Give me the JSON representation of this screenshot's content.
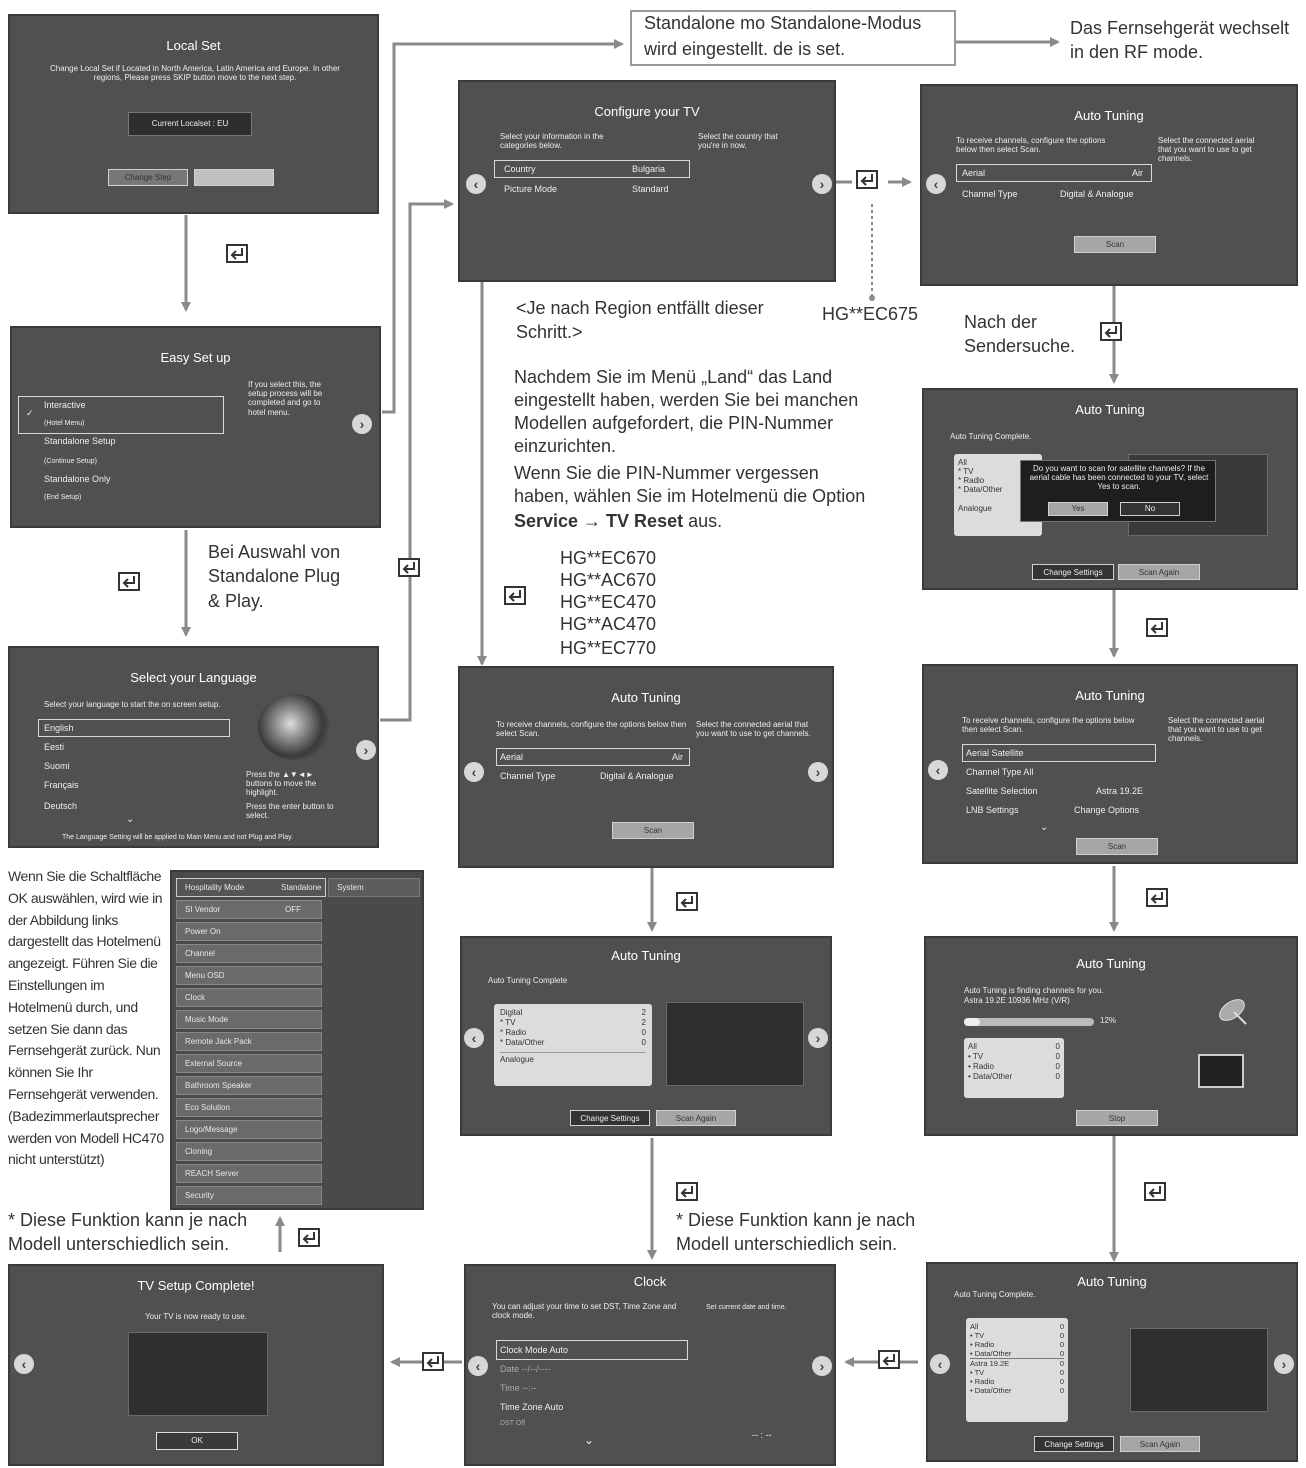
{
  "colors": {
    "screen_bg": "#505050",
    "arrow": "#8a8a8a",
    "panel": "#dcdcdc"
  },
  "icons": [
    "enter-key-icon",
    "arrow-left-icon",
    "arrow-right-icon",
    "chevron-down-icon",
    "remote-control-icon",
    "tv-icon",
    "satellite-dish-icon"
  ],
  "screens": {
    "local_set": {
      "title": "Local Set",
      "desc": "Change Local Set if Located in North America, Latin America and Europe. In other regions, Please press SKIP button move to the next step.",
      "current": "Current Localset : EU",
      "btn1": "Change Step"
    },
    "easy_setup": {
      "title": "Easy Set up",
      "items": [
        "Interactive",
        "(Hotel Menu)",
        "Standalone Setup",
        "(Continue Setup)",
        "Standalone Only",
        "(End Setup)"
      ],
      "help": "If you select this, the setup process will be completed and go to hotel menu."
    },
    "language": {
      "title": "Select your Language",
      "desc": "Select your language to start the on screen setup.",
      "items": [
        "English",
        "Eesti",
        "Suomi",
        "Français",
        "Deutsch"
      ],
      "help1": "Press the ▲▼◄► buttons to move the highlight.",
      "help2": "Press the enter button to select.",
      "footer": "The Language Setting will be applied to Main Menu and not Plug and Play."
    },
    "configure": {
      "title": "Configure your TV",
      "desc": "Select your information in the categories below.",
      "help": "Select the country that you're in now.",
      "rows": [
        [
          "Country",
          "Bulgaria"
        ],
        [
          "Picture Mode",
          "Standard"
        ]
      ]
    },
    "auto_top": {
      "title": "Auto Tuning",
      "desc": "To receive channels, configure the options below then select Scan.",
      "help": "Select the connected aerial that you want to use to get channels.",
      "rows": [
        [
          "Aerial",
          "Air"
        ],
        [
          "Channel Type",
          "Digital & Analogue"
        ]
      ],
      "btn": "Scan"
    },
    "auto_mid": {
      "title": "Auto Tuning",
      "desc": "To receive channels, configure the options below then select Scan.",
      "help": "Select the connected aerial that you want to use to get channels.",
      "rows": [
        [
          "Aerial",
          "Air"
        ],
        [
          "Channel Type",
          "Digital & Analogue"
        ]
      ],
      "btn": "Scan"
    },
    "auto_dialog": {
      "title": "Auto Tuning",
      "sub": "Auto Tuning Complete.",
      "list": [
        "All",
        "* TV",
        "* Radio",
        "* Data/Other",
        "Analogue"
      ],
      "dialog": "Do you want to scan for satellite channels? If the aerial cable has been connected to your TV, select Yes to scan.",
      "yes": "Yes",
      "no": "No",
      "btn1": "Change Settings",
      "btn2": "Scan Again"
    },
    "auto_sat": {
      "title": "Auto Tuning",
      "desc": "To receive channels, configure the options below then select Scan.",
      "help": "Select the connected aerial that you want to use to get channels.",
      "rows": [
        [
          "Aerial  Satellite",
          ""
        ],
        [
          "Channel Type  All",
          ""
        ],
        [
          "Satellite Selection",
          "Astra 19.2E"
        ],
        [
          "LNB Settings",
          "Change Options"
        ]
      ],
      "btn": "Scan"
    },
    "auto_complete_mid": {
      "title": "Auto Tuning",
      "sub": "Auto Tuning Complete",
      "list": [
        [
          "Digital",
          "2"
        ],
        [
          "* TV",
          "2"
        ],
        [
          "* Radio",
          "0"
        ],
        [
          "* Data/Other",
          "0"
        ],
        [
          "Analogue",
          ""
        ]
      ],
      "btn1": "Change Settings",
      "btn2": "Scan Again"
    },
    "auto_progress": {
      "title": "Auto Tuning",
      "line1": "Auto Tuning is finding channels for you.",
      "line2": "Astra 19.2E    10936 MHz (V/R)",
      "pct": "12%",
      "progress": 0.12,
      "list": [
        [
          "All",
          "0"
        ],
        [
          "• TV",
          "0"
        ],
        [
          "• Radio",
          "0"
        ],
        [
          "• Data/Other",
          "0"
        ]
      ],
      "btn": "Stop"
    },
    "auto_final": {
      "title": "Auto Tuning",
      "sub": "Auto Tuning Complete.",
      "list": [
        [
          "All",
          "0"
        ],
        [
          "• TV",
          "0"
        ],
        [
          "• Radio",
          "0"
        ],
        [
          "• Data/Other",
          "0"
        ],
        [
          "Astra 19.2E",
          "0"
        ],
        [
          "• TV",
          "0"
        ],
        [
          "• Radio",
          "0"
        ],
        [
          "• Data/Other",
          "0"
        ]
      ],
      "btn1": "Change Settings",
      "btn2": "Scan Again"
    },
    "clock": {
      "title": "Clock",
      "desc": "You can adjust your time to set DST, Time Zone and clock mode.",
      "help": "Set current date and time.",
      "rows": [
        "Clock Mode  Auto",
        "Date  --/--/----",
        "Time  --:--",
        "Time Zone  Auto",
        "DST  Off"
      ],
      "time": "-- : --"
    },
    "complete": {
      "title": "TV Setup Complete!",
      "desc": "Your TV is now ready to use.",
      "btn": "OK"
    },
    "hotel": {
      "header_left": "Hospitality Mode",
      "header_mid": "Standalone",
      "header_right": "System",
      "items": [
        [
          "SI Vendor",
          "OFF"
        ],
        [
          "Power On",
          ""
        ],
        [
          "Channel",
          ""
        ],
        [
          "Menu OSD",
          ""
        ],
        [
          "Clock",
          ""
        ],
        [
          "Music Mode",
          ""
        ],
        [
          "Remote Jack Pack",
          ""
        ],
        [
          "External Source",
          ""
        ],
        [
          "Bathroom Speaker",
          ""
        ],
        [
          "Eco Solution",
          ""
        ],
        [
          "Logo/Message",
          ""
        ],
        [
          "Cloning",
          ""
        ],
        [
          "REACH Server",
          ""
        ],
        [
          "Security",
          ""
        ]
      ]
    }
  },
  "labels": {
    "standalone_top": "Standalone mo Standalone-Modus\nwird eingestellt. de is set.",
    "rf_mode": "Das Fernsehgerät wechselt\nin den RF mode.",
    "region": "<Je nach Region entfällt dieser\nSchritt.>",
    "model_675": "HG**EC675",
    "after_scan": "Nach der\nSendersuche.",
    "pin1": "Nachdem Sie im Menü „Land“ das Land\neingestellt haben, werden Sie bei manchen\nModellen aufgefordert, die PIN-Nummer\neinzurichten.",
    "pin2": "Wenn Sie die PIN-Nummer vergessen\nhaben, wählen Sie im Hotelmenü die Option",
    "pin3_bold": "Service → TV Reset",
    "pin3_rest": " aus.",
    "models": [
      "HG**EC670",
      "HG**AC670",
      "HG**EC470",
      "HG**AC470",
      "HG**EC770"
    ],
    "standalone_pp": "Bei Auswahl von\nStandalone Plug\n& Play.",
    "hotel_note": "Wenn Sie die Schaltfläche OK auswählen, wird wie in der Abbildung links dargestellt das Hotelmenü angezeigt. Führen Sie die Einstellungen im Hotelmenü durch, und setzen Sie dann das Fernsehgerät zurück. Nun können Sie Ihr Fernsehgerät verwenden. (Badezimmerlautsprecher werden von Modell HC470 nicht unterstützt)",
    "footnote_left": "* Diese Funktion kann je nach\nModell unterschiedlich sein.",
    "footnote_mid": "* Diese Funktion kann je nach\nModell unterschiedlich sein."
  }
}
